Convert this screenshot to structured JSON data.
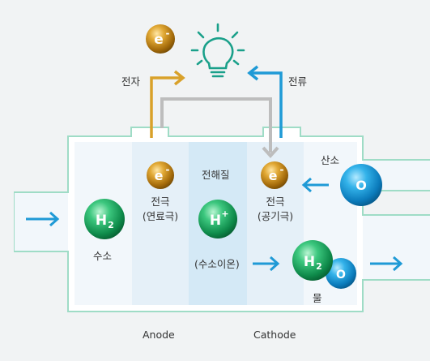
{
  "electron_top": {
    "symbol": "e",
    "charge": "-"
  },
  "labels": {
    "electron_flow": "전자",
    "current_flow": "전류",
    "electrolyte": "전해질",
    "anode_electrode_l1": "전극",
    "anode_electrode_l2": "(연료극)",
    "cathode_electrode_l1": "전극",
    "cathode_electrode_l2": "(공기극)",
    "hydrogen": "수소",
    "hydrogen_ion": "(수소이온)",
    "oxygen": "산소",
    "water": "물",
    "anode": "Anode",
    "cathode": "Cathode"
  },
  "particles": {
    "electron": {
      "symbol": "e",
      "charge": "-"
    },
    "hydrogen": {
      "symbol": "H",
      "subscript": "2"
    },
    "hydrogen_ion": {
      "symbol": "H",
      "charge": "+"
    },
    "oxygen": {
      "symbol": "O"
    },
    "water_h": {
      "symbol": "H",
      "subscript": "2"
    },
    "water_o": {
      "symbol": "O"
    }
  },
  "colors": {
    "electron": "#c98a12",
    "current": "#1f9ad6",
    "wire": "#bdbdbd",
    "hydrogen": "#16a35c",
    "oxygen": "#0f8fd0",
    "bulb": "#1aa08a",
    "cell_border": "#9fdcc6"
  },
  "icons": {
    "bulb": "light-bulb-icon"
  }
}
